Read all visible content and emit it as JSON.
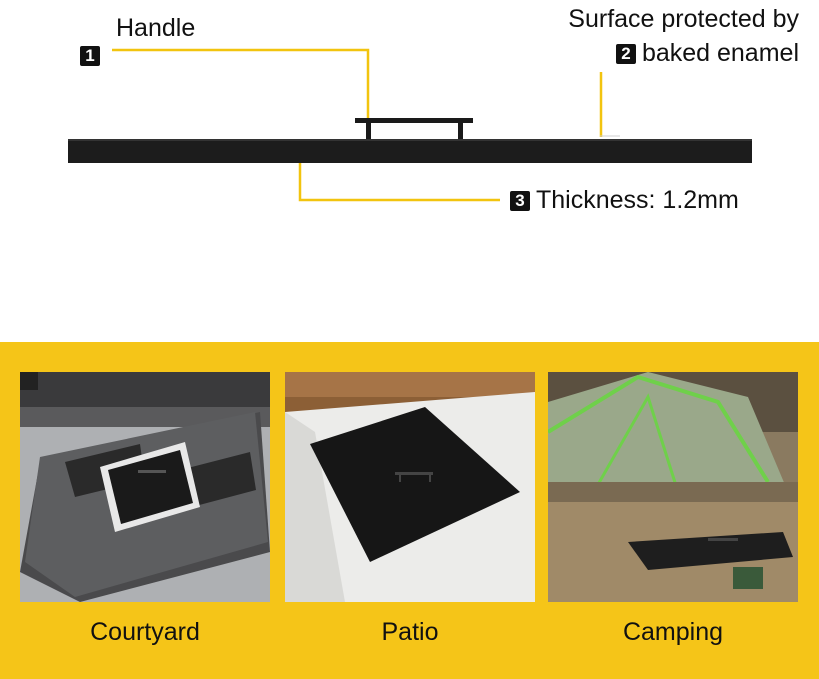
{
  "callouts": {
    "handle": {
      "number": "1",
      "label": "Handle"
    },
    "surface": {
      "number": "2",
      "line1": "Surface protected by",
      "line2": "baked enamel"
    },
    "thickness": {
      "number": "3",
      "label": "Thickness: 1.2mm"
    }
  },
  "colors": {
    "accent_yellow": "#f5c518",
    "leader_line": "#f2c40f",
    "lid_black": "#1a1a1a"
  },
  "scenes": [
    {
      "caption": "Courtyard",
      "illustration": "fire-pit-courtyard"
    },
    {
      "caption": "Patio",
      "illustration": "fire-pit-patio"
    },
    {
      "caption": "Camping",
      "illustration": "fire-pit-camping"
    }
  ]
}
